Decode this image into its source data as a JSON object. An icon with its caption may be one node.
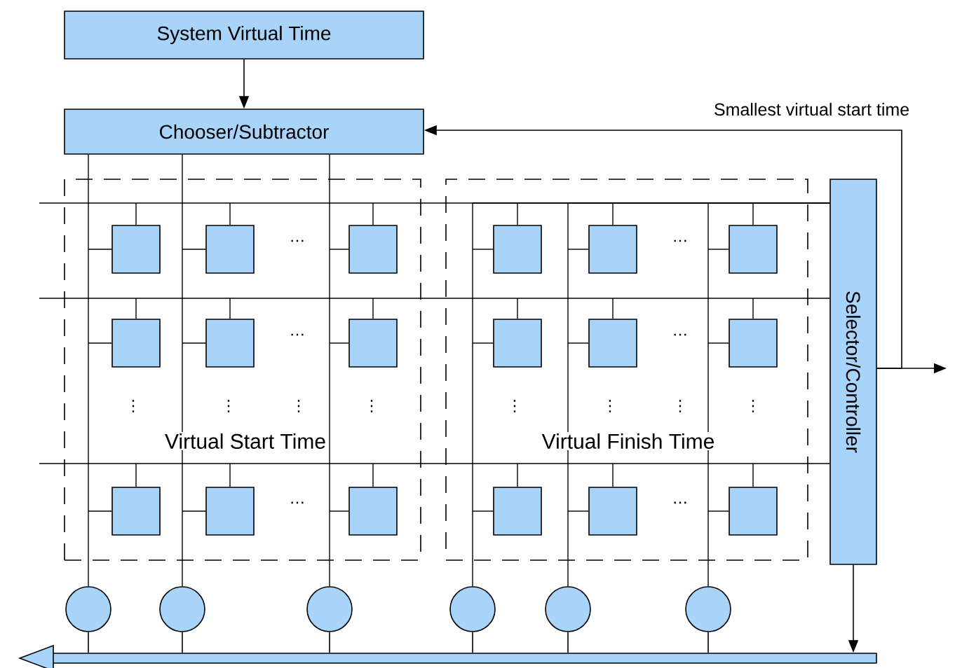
{
  "diagram": {
    "nodes": [
      {
        "text": [
          "System Virtual Time"
        ]
      },
      {
        "text": [
          "Chooser/Subtractor"
        ]
      },
      {
        "text": [
          "Selector/Controller"
        ]
      },
      {
        "text": [
          "Virtual Start Time"
        ]
      },
      {
        "text": [
          "Virtual Finish Time"
        ]
      },
      {
        "text": [],
        "shape": "box",
        "in": 3
      },
      {
        "text": [],
        "shape": "box",
        "in": 3
      },
      {
        "text": [],
        "shape": "box",
        "in": 3
      },
      {
        "text": [],
        "shape": "box",
        "in": 3
      },
      {
        "text": [],
        "shape": "box",
        "in": 3
      },
      {
        "text": [],
        "shape": "box",
        "in": 3
      },
      {
        "text": [],
        "shape": "box",
        "in": 3
      },
      {
        "text": [],
        "shape": "box",
        "in": 3
      },
      {
        "text": [],
        "shape": "box",
        "in": 3
      },
      {
        "text": [],
        "shape": "box",
        "in": 4
      },
      {
        "text": [],
        "shape": "box",
        "in": 4
      },
      {
        "text": [],
        "shape": "box",
        "in": 4
      },
      {
        "text": [],
        "shape": "box",
        "in": 4
      },
      {
        "text": [],
        "shape": "box",
        "in": 4
      },
      {
        "text": [],
        "shape": "box",
        "in": 4
      },
      {
        "text": [],
        "shape": "box",
        "in": 4
      },
      {
        "text": [],
        "shape": "box",
        "in": 4
      },
      {
        "text": [],
        "shape": "box",
        "in": 4
      },
      {
        "text": [],
        "shape": "circle"
      },
      {
        "text": [],
        "shape": "circle"
      },
      {
        "text": [],
        "shape": "circle"
      },
      {
        "text": [],
        "shape": "circle"
      },
      {
        "text": [],
        "shape": "circle"
      },
      {
        "text": [],
        "shape": "circle"
      },
      {
        "text": [],
        "shape": "bar"
      }
    ],
    "edges": [
      {
        "from": 0,
        "to": 1,
        "arrow": "to"
      },
      {
        "from": 2,
        "to": 1,
        "arrow": "to",
        "label": "Smallest virtual start time"
      },
      {
        "from": 2,
        "to": null,
        "arrow": "to"
      },
      {
        "from": 2,
        "to": 29,
        "arrow": "to"
      },
      {
        "from": 1,
        "to": 23,
        "arrow": "none"
      },
      {
        "from": 1,
        "to": 24,
        "arrow": "none"
      },
      {
        "from": 1,
        "to": 25,
        "arrow": "none"
      },
      {
        "from": 23,
        "to": 29,
        "arrow": "none"
      },
      {
        "from": 24,
        "to": 29,
        "arrow": "none"
      },
      {
        "from": 25,
        "to": 29,
        "arrow": "none"
      },
      {
        "from": 26,
        "to": 29,
        "arrow": "none"
      },
      {
        "from": 27,
        "to": 29,
        "arrow": "none"
      },
      {
        "from": 28,
        "to": 29,
        "arrow": "none"
      },
      {
        "from": 1,
        "to": 5,
        "arrow": "none"
      },
      {
        "from": 1,
        "to": 6,
        "arrow": "none"
      },
      {
        "from": 1,
        "to": 7,
        "arrow": "none"
      },
      {
        "from": 1,
        "to": 8,
        "arrow": "none"
      },
      {
        "from": 1,
        "to": 9,
        "arrow": "none"
      },
      {
        "from": 1,
        "to": 10,
        "arrow": "none"
      },
      {
        "from": 1,
        "to": 11,
        "arrow": "none"
      },
      {
        "from": 1,
        "to": 12,
        "arrow": "none"
      },
      {
        "from": 1,
        "to": 13,
        "arrow": "none"
      },
      {
        "from": 2,
        "to": 26,
        "arrow": "none"
      },
      {
        "from": 2,
        "to": 27,
        "arrow": "none"
      },
      {
        "from": 2,
        "to": 28,
        "arrow": "none"
      },
      {
        "from": 26,
        "to": 14,
        "arrow": "none"
      },
      {
        "from": 27,
        "to": 15,
        "arrow": "none"
      },
      {
        "from": 28,
        "to": 16,
        "arrow": "none"
      },
      {
        "from": 26,
        "to": 17,
        "arrow": "none"
      },
      {
        "from": 27,
        "to": 18,
        "arrow": "none"
      },
      {
        "from": 28,
        "to": 19,
        "arrow": "none"
      },
      {
        "from": 26,
        "to": 20,
        "arrow": "none"
      },
      {
        "from": 27,
        "to": 21,
        "arrow": "none"
      },
      {
        "from": 28,
        "to": 22,
        "arrow": "none"
      },
      {
        "from": 2,
        "to": 5,
        "arrow": "none"
      },
      {
        "from": 2,
        "to": 6,
        "arrow": "none"
      },
      {
        "from": 2,
        "to": 7,
        "arrow": "none"
      },
      {
        "from": 2,
        "to": 14,
        "arrow": "none"
      },
      {
        "from": 2,
        "to": 15,
        "arrow": "none"
      },
      {
        "from": 2,
        "to": 16,
        "arrow": "none"
      },
      {
        "from": 2,
        "to": 8,
        "arrow": "none"
      },
      {
        "from": 2,
        "to": 9,
        "arrow": "none"
      },
      {
        "from": 2,
        "to": 10,
        "arrow": "none"
      },
      {
        "from": 2,
        "to": 17,
        "arrow": "none"
      },
      {
        "from": 2,
        "to": 18,
        "arrow": "none"
      },
      {
        "from": 2,
        "to": 19,
        "arrow": "none"
      },
      {
        "from": 2,
        "to": 11,
        "arrow": "none"
      },
      {
        "from": 2,
        "to": 12,
        "arrow": "none"
      },
      {
        "from": 2,
        "to": 13,
        "arrow": "none"
      },
      {
        "from": 2,
        "to": 20,
        "arrow": "none"
      },
      {
        "from": 2,
        "to": 21,
        "arrow": "none"
      },
      {
        "from": 2,
        "to": 22,
        "arrow": "none"
      }
    ],
    "labels": [
      "…",
      "…",
      "…",
      "…",
      "⋮",
      "⋮",
      "⋮",
      "⋮",
      "⋮",
      "⋮",
      "⋮",
      "⋮",
      "…",
      "…"
    ]
  }
}
